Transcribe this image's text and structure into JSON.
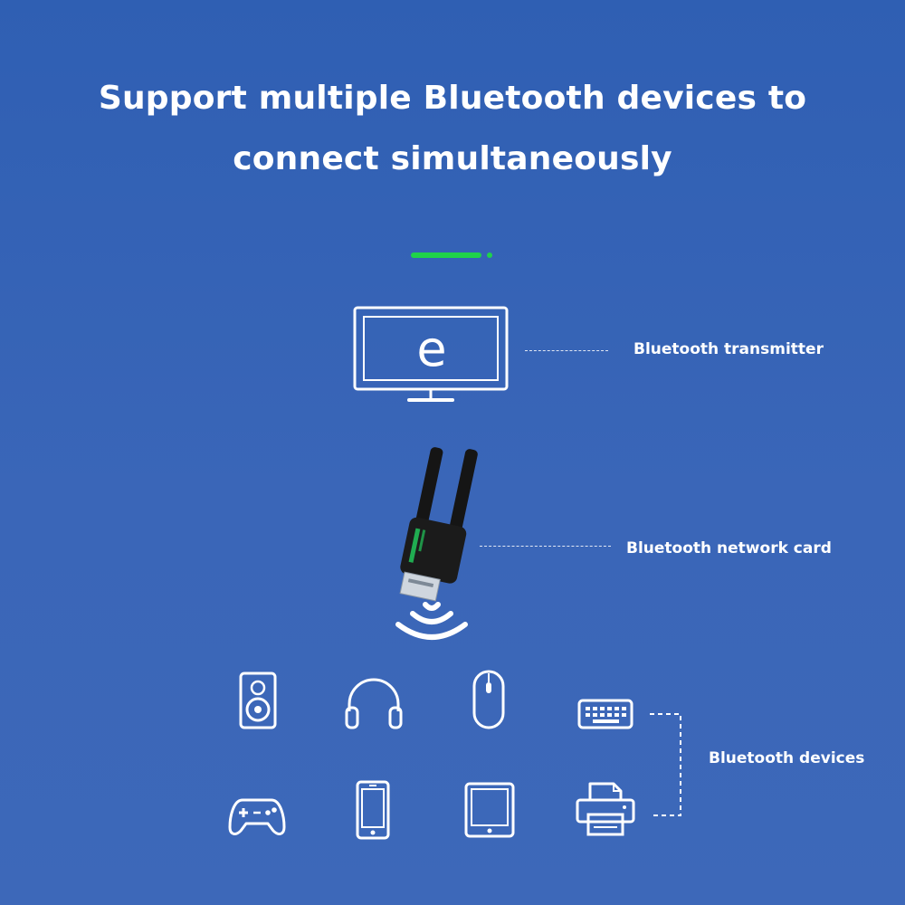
{
  "header": {
    "line1": "Support multiple Bluetooth devices to",
    "line2": "connect simultaneously"
  },
  "labels": {
    "transmitter": "Bluetooth transmitter",
    "network_card": "Bluetooth network card",
    "devices": "Bluetooth devices"
  },
  "monitor": {
    "glyph": "e"
  },
  "colors": {
    "accent": "#1fd24a",
    "background_top": "#2f5fb3",
    "background_bottom": "#3d68b9",
    "stroke": "#ffffff",
    "dongle_body": "#1b1b1b"
  },
  "devices": {
    "row1": [
      "speaker-icon",
      "headphones-icon",
      "mouse-icon",
      "keyboard-icon"
    ],
    "row2": [
      "gamepad-icon",
      "smartphone-icon",
      "tablet-icon",
      "printer-icon"
    ]
  }
}
